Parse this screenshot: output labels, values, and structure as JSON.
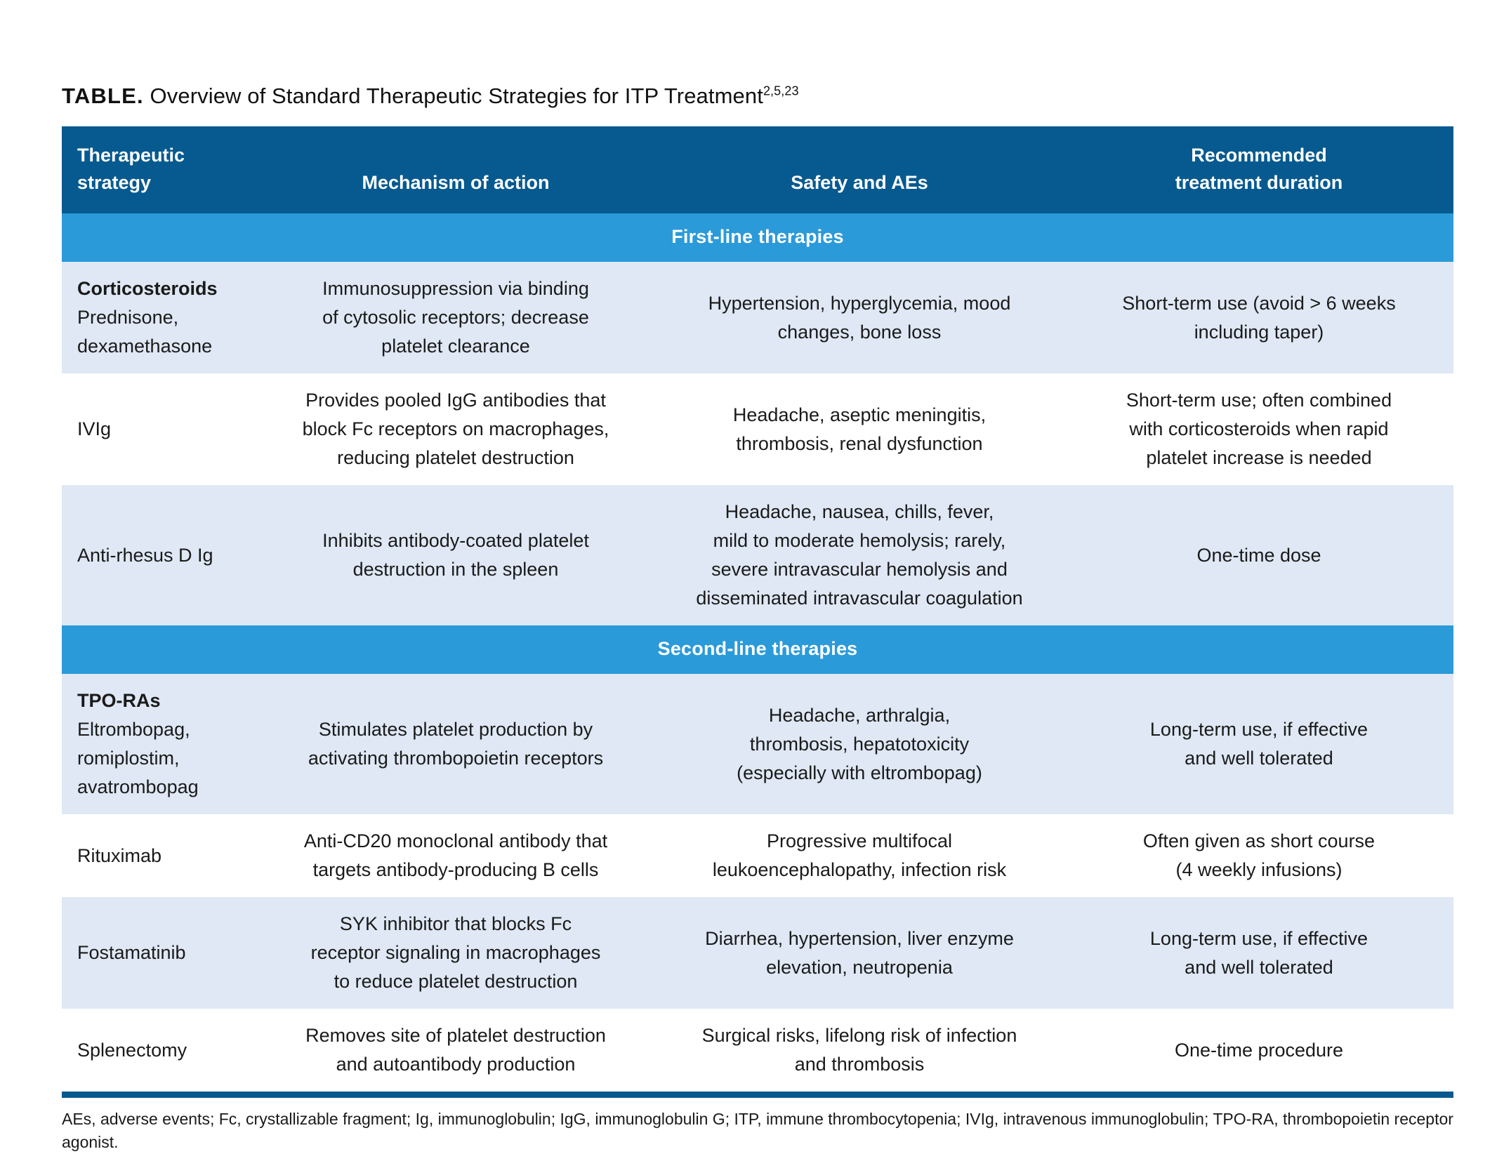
{
  "title": {
    "kicker": "TABLE.",
    "text": " Overview of Standard Therapeutic Strategies for ITP Treatment",
    "refs": "2,5,23"
  },
  "colors": {
    "header_bg": "#065a8f",
    "section_bg": "#2b9ad9",
    "row_tint": "#dfe8f4",
    "row_plain": "#ffffff",
    "rule": "#065a8f"
  },
  "columns": [
    {
      "line1": "Therapeutic",
      "line2": "strategy"
    },
    {
      "line1": "",
      "line2": "Mechanism of action"
    },
    {
      "line1": "",
      "line2": "Safety and AEs"
    },
    {
      "line1": "Recommended",
      "line2": "treatment duration"
    }
  ],
  "sections": [
    {
      "label": "First-line therapies",
      "rows": [
        {
          "strategy_head": "Corticosteroids",
          "strategy_sub": "Prednisone,\ndexamethasone",
          "mechanism": "Immunosuppression via binding\nof cytosolic receptors; decrease\nplatelet clearance",
          "safety": "Hypertension, hyperglycemia, mood\nchanges, bone loss",
          "duration": "Short-term use (avoid > 6 weeks\nincluding taper)",
          "tint": true
        },
        {
          "strategy_head": "",
          "strategy_sub": "IVIg",
          "mechanism": "Provides pooled IgG antibodies that\nblock Fc receptors on macrophages,\nreducing platelet destruction",
          "safety": "Headache, aseptic meningitis,\nthrombosis, renal dysfunction",
          "duration": "Short-term use; often combined\nwith corticosteroids when rapid\nplatelet increase is needed",
          "tint": false
        },
        {
          "strategy_head": "",
          "strategy_sub": "Anti-rhesus D Ig",
          "mechanism": "Inhibits antibody-coated platelet\ndestruction in the spleen",
          "safety": "Headache, nausea, chills, fever,\nmild to moderate hemolysis; rarely,\nsevere intravascular hemolysis and\ndisseminated intravascular coagulation",
          "duration": "One-time dose",
          "tint": true
        }
      ]
    },
    {
      "label": "Second-line therapies",
      "rows": [
        {
          "strategy_head": "TPO-RAs",
          "strategy_sub": "Eltrombopag,\nromiplostim,\navatrombopag",
          "mechanism": "Stimulates platelet production by\nactivating thrombopoietin receptors",
          "safety": "Headache, arthralgia,\nthrombosis, hepatotoxicity\n(especially with eltrombopag)",
          "duration": "Long-term use, if effective\nand well tolerated",
          "tint": true
        },
        {
          "strategy_head": "",
          "strategy_sub": "Rituximab",
          "mechanism": "Anti-CD20 monoclonal antibody that\ntargets antibody-producing B cells",
          "safety": "Progressive multifocal\nleukoencephalopathy, infection risk",
          "duration": "Often given as short course\n(4 weekly infusions)",
          "tint": false
        },
        {
          "strategy_head": "",
          "strategy_sub": "Fostamatinib",
          "mechanism": "SYK inhibitor that blocks Fc\nreceptor signaling in macrophages\nto reduce platelet destruction",
          "safety": "Diarrhea, hypertension, liver enzyme\nelevation, neutropenia",
          "duration": "Long-term use, if effective\nand well tolerated",
          "tint": true
        },
        {
          "strategy_head": "",
          "strategy_sub": "Splenectomy",
          "mechanism": "Removes site of platelet destruction\nand autoantibody production",
          "safety": "Surgical risks, lifelong risk of infection\nand thrombosis",
          "duration": "One-time procedure",
          "tint": false
        }
      ]
    }
  ],
  "footnote": "AEs, adverse events; Fc, crystallizable fragment; Ig, immunoglobulin; IgG, immunoglobulin G; ITP, immune thrombocytopenia; IVIg, intravenous immunoglobulin; TPO-RA, thrombopoietin receptor agonist."
}
